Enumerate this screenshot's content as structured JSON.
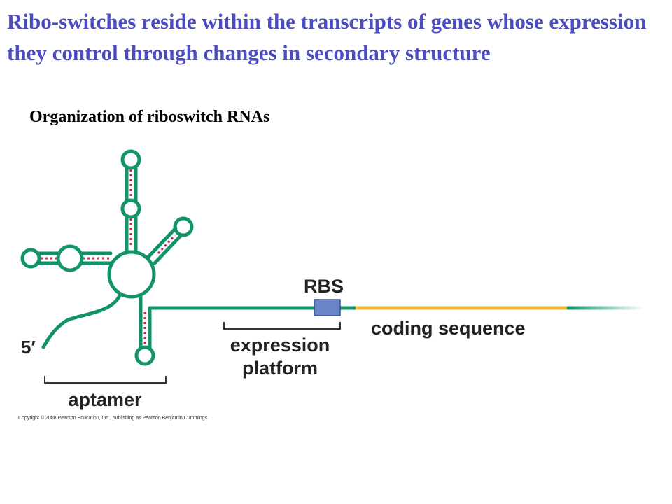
{
  "slide": {
    "title": "Ribo-switches reside within the transcripts of genes whose expression they control through changes in secondary structure",
    "subtitle": "Organization of riboswitch RNAs"
  },
  "diagram": {
    "labels": {
      "five_prime": "5′",
      "rbs": "RBS",
      "aptamer": "aptamer",
      "expression_platform_line1": "expression",
      "expression_platform_line2": "platform",
      "coding_sequence": "coding sequence"
    },
    "copyright": "Copyright © 2008 Pearson Education, Inc., publishing as Pearson Benjamin Cummings.",
    "colors": {
      "rna_strand": "#12936a",
      "base_pairs": "#c8283a",
      "coding_region": "#f0b63c",
      "rbs_box": "#6a86c8",
      "rbs_border": "#3b4f8f"
    }
  }
}
